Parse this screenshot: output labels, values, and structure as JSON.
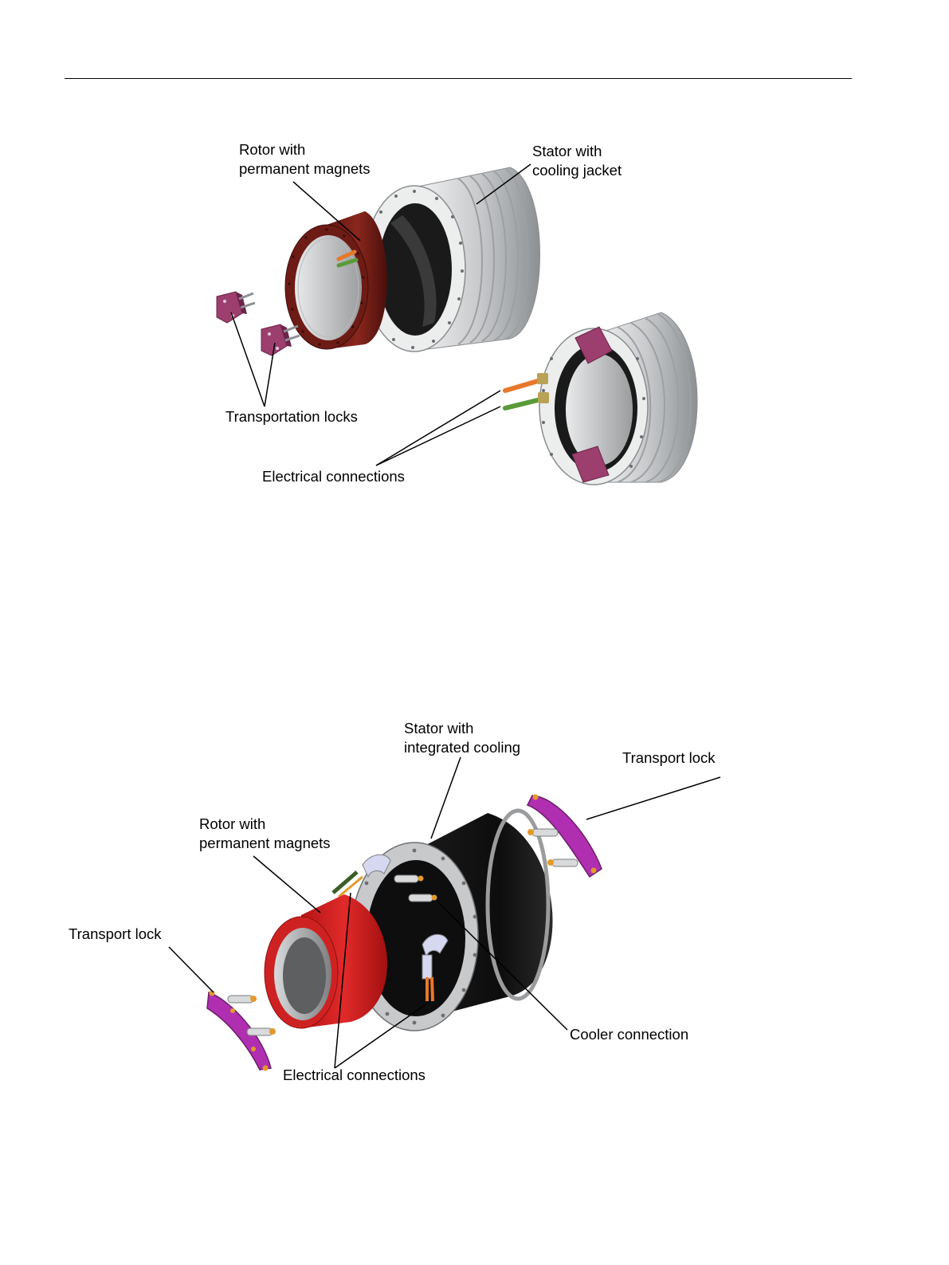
{
  "figure1": {
    "labels": {
      "rotor_line1": "Rotor with",
      "rotor_line2": "permanent magnets",
      "stator_line1": "Stator with",
      "stator_line2": "cooling jacket",
      "transportation_locks": "Transportation locks",
      "electrical_connections": "Electrical connections"
    },
    "colors": {
      "rotor": "#7a1f17",
      "stator": "#d4d6d8",
      "locks": "#9c3f6e",
      "cable_orange": "#e7782b",
      "cable_green": "#5a9a3a"
    }
  },
  "figure2": {
    "labels": {
      "stator_line1": "Stator with",
      "stator_line2": "integrated cooling",
      "transport_lock_right": "Transport lock",
      "rotor_line1": "Rotor with",
      "rotor_line2": "permanent magnets",
      "transport_lock_left": "Transport lock",
      "cooler_connection": "Cooler connection",
      "electrical_connections": "Electrical connections"
    },
    "colors": {
      "rotor": "#d81f1f",
      "stator": "#111111",
      "locks": "#b02fb0",
      "bolts": "#e39a2b"
    }
  }
}
